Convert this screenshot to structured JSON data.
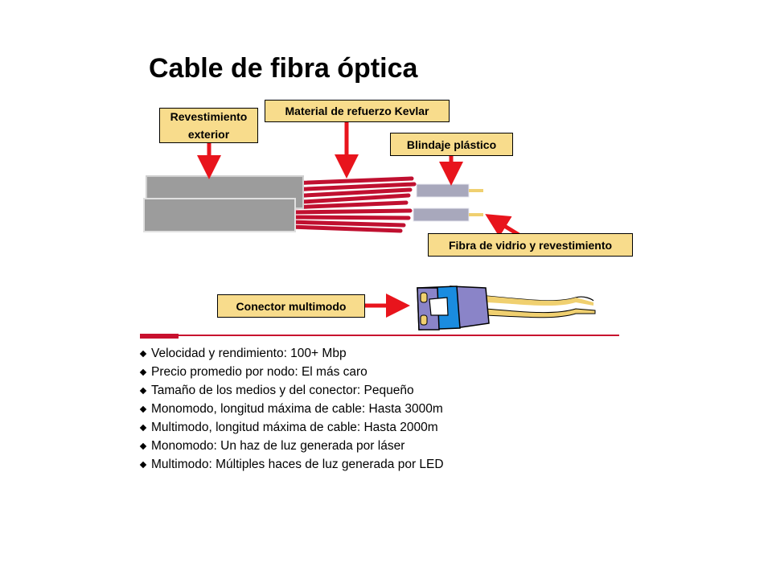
{
  "title": "Cable de fibra óptica",
  "labels": {
    "outer_jacket": "Revestimiento exterior",
    "kevlar": "Material de refuerzo Kevlar",
    "plastic_shield": "Blindaje plástico",
    "glass_fiber": "Fibra de vidrio y revestimiento",
    "connector": "Conector multimodo"
  },
  "bullets": [
    "Velocidad y rendimiento:  100+ Mbp",
    "Precio promedio por nodo:  El más caro",
    "Tamaño de los medios y del conector:  Pequeño",
    "Monomodo, longitud máxima de cable:  Hasta 3000m",
    "Multimodo, longitud máxima de cable:  Hasta 2000m",
    "Monomodo: Un haz de luz generada por láser",
    "Multimodo: Múltiples haces de luz generada por LED"
  ],
  "colors": {
    "label_fill": "#f8dc8c",
    "arrow": "#e8141c",
    "rule": "#c8102e",
    "jacket": "#9c9c9c",
    "kevlar": "#c01030",
    "shield": "#a8a8bc",
    "fiber": "#f0d070",
    "connector_blue": "#1a8ce0",
    "connector_purple": "#8a84c8"
  },
  "icons": [
    "arrow-icon",
    "bullet-diamond-icon"
  ]
}
